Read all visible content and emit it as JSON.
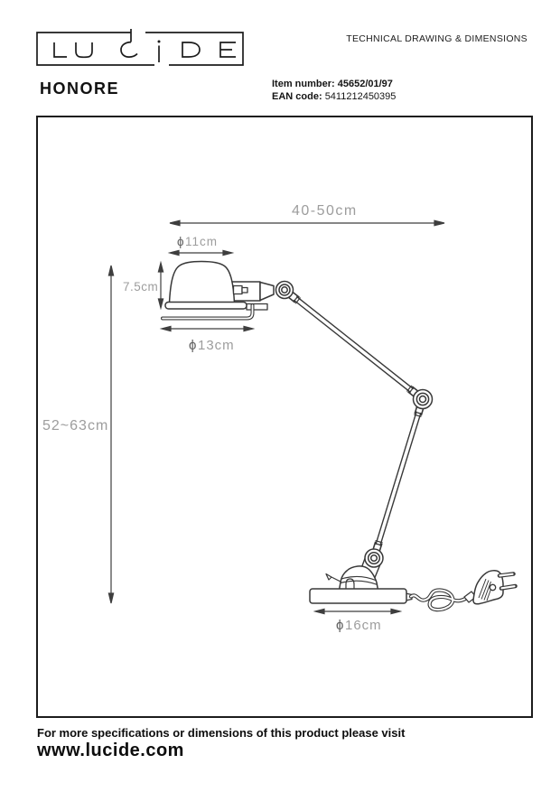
{
  "header": {
    "logo_text": "LUCIDE",
    "doc_type": "TECHNICAL DRAWING & DIMENSIONS",
    "product_name": "HONORE",
    "item_label": "Item number:",
    "item_value": "45652/01/97",
    "ean_label": "EAN code:",
    "ean_value": "5411212450395"
  },
  "drawing": {
    "lamp_type": "articulated desk lamp side view",
    "dimensions": {
      "arm_reach": "40-50cm",
      "shade_diameter_phi": "ϕ",
      "shade_diameter": "11cm",
      "shade_height": "7.5cm",
      "rim_diameter_phi": "ϕ",
      "rim_diameter": "13cm",
      "total_height": "52~63cm",
      "base_diameter_phi": "ϕ",
      "base_diameter": "16cm"
    },
    "colors": {
      "line": "#383838",
      "dim_line": "#3e3e3e",
      "dim_text": "#9d9d9d",
      "phi_text": "#5f5f5f",
      "frame_border": "#1c1c1c"
    }
  },
  "footer": {
    "note": "For more specifications or dimensions of this product please visit",
    "website": "www.lucide.com"
  }
}
